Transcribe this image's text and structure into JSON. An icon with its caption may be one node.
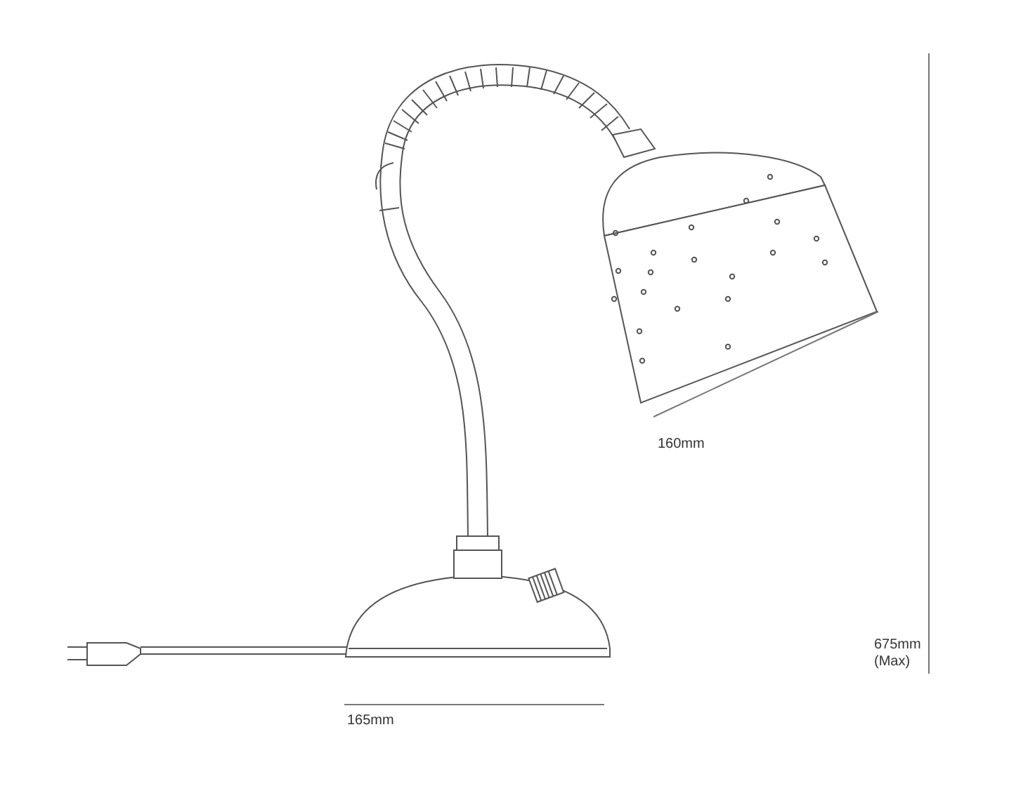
{
  "diagram": {
    "labels": [
      "160mm",
      "165mm",
      "675mm (Max)"
    ]
  }
}
